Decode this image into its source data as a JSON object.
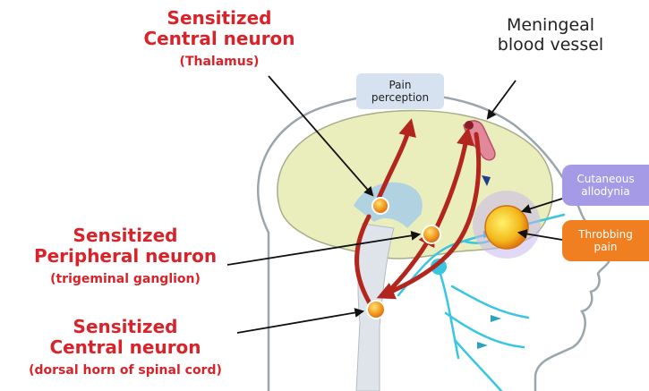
{
  "labels": {
    "thalamus": {
      "title_line1": "Sensitized",
      "title_line2": "Central neuron",
      "subtitle": "(Thalamus)"
    },
    "peripheral": {
      "title_line1": "Sensitized",
      "title_line2": "Peripheral neuron",
      "subtitle": "(trigeminal ganglion)"
    },
    "spinal": {
      "title_line1": "Sensitized",
      "title_line2": "Central neuron",
      "subtitle": "(dorsal horn of spinal cord)"
    },
    "vessel": {
      "line1": "Meningeal",
      "line2": "blood vessel"
    },
    "pain_perception": {
      "line1": "Pain",
      "line2": "perception"
    },
    "allodynia": {
      "line1": "Cutaneous",
      "line2": "allodynia"
    },
    "throbbing": {
      "line1": "Throbbing",
      "line2": "pain"
    }
  },
  "colors": {
    "label_red": "#d8232a",
    "pathway_red": "#b3261e",
    "brain_fill": "#e9eebc",
    "nerve_cyan": "#39c6e0",
    "neuron_orange": "#f39a1e",
    "allodynia_purple": "#a59ae6",
    "throbbing_orange": "#f07f22",
    "pain_box": "#d6e2ef"
  }
}
